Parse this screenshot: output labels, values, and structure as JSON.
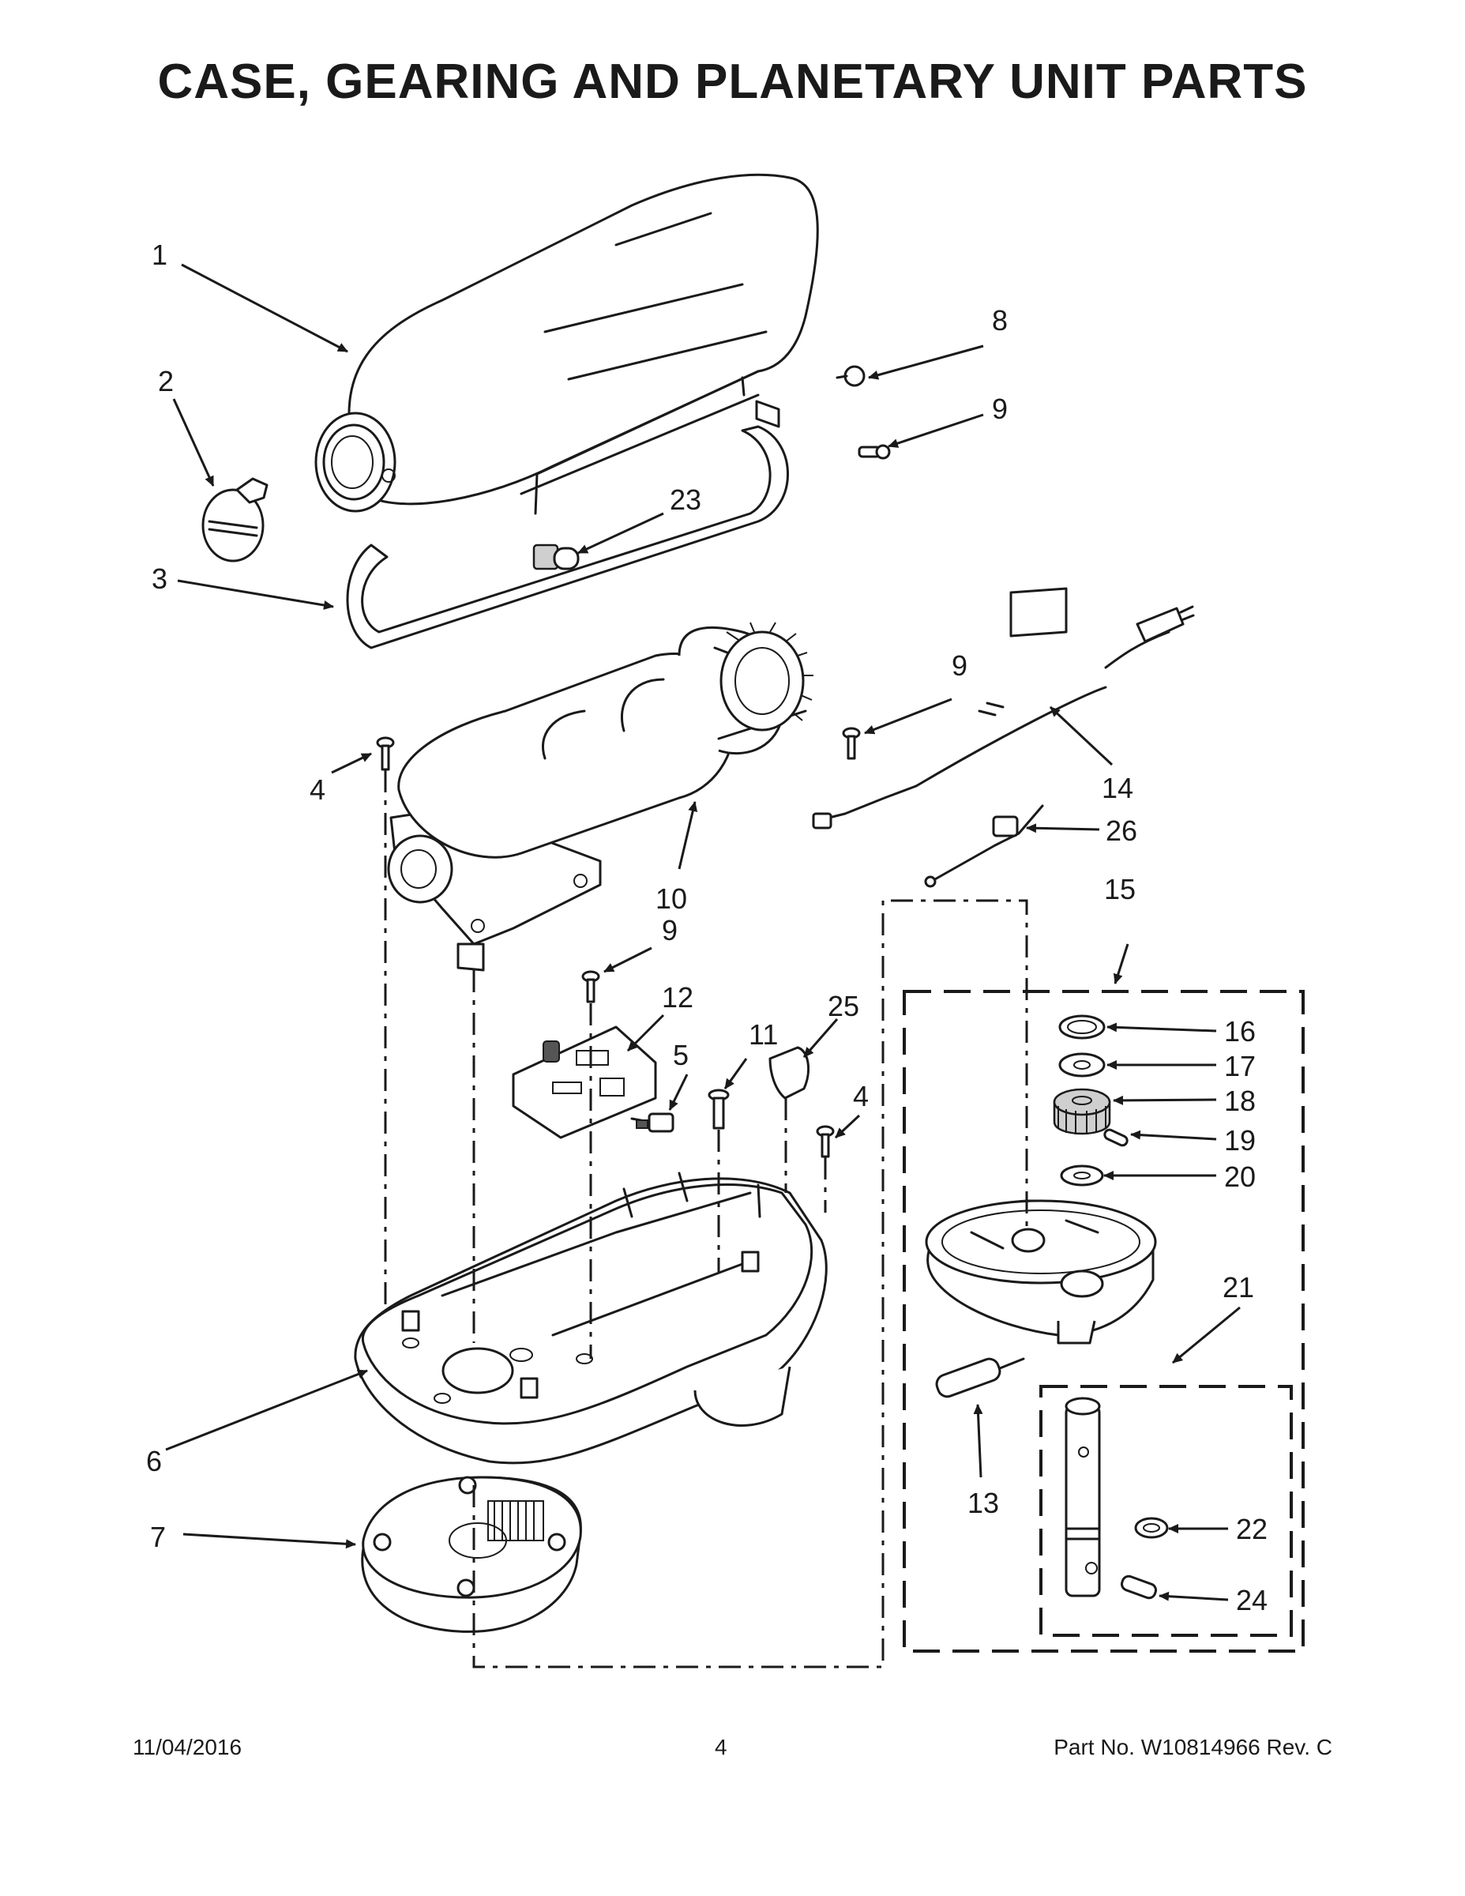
{
  "title": "CASE, GEARING AND PLANETARY UNIT PARTS",
  "callouts": {
    "p1": "1",
    "p2": "2",
    "p3": "3",
    "p4a": "4",
    "p4b": "4",
    "p5": "5",
    "p6": "6",
    "p7": "7",
    "p8": "8",
    "p9a": "9",
    "p9b": "9",
    "p9c": "9",
    "p10": "10",
    "p11": "11",
    "p12": "12",
    "p13": "13",
    "p14": "14",
    "p15": "15",
    "p16": "16",
    "p17": "17",
    "p18": "18",
    "p19": "19",
    "p20": "20",
    "p21": "21",
    "p22": "22",
    "p23": "23",
    "p24": "24",
    "p25": "25",
    "p26": "26"
  },
  "footer": {
    "date": "11/04/2016",
    "page": "4",
    "part_no": "Part No.  W10814966  Rev.  C"
  }
}
